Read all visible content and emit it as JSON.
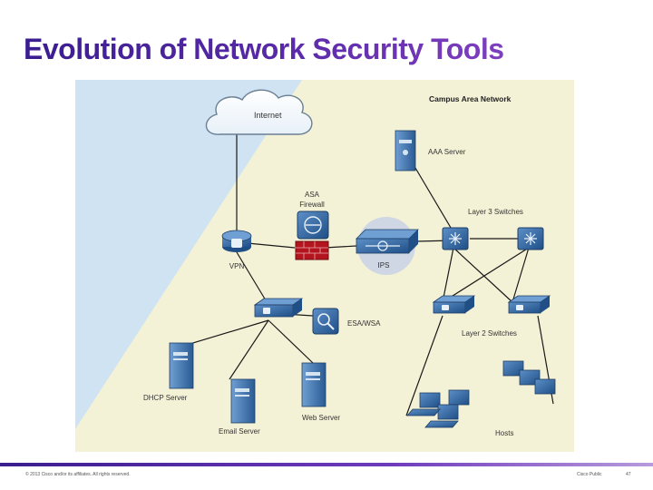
{
  "title": "Evolution of Network Security Tools",
  "diagram": {
    "region_label": "Campus Area Network",
    "nodes": {
      "internet": "Internet",
      "vpn": "VPN",
      "asa": "ASA",
      "firewall": "Firewall",
      "ips": "IPS",
      "aaa": "AAA Server",
      "l3": "Layer 3 Switches",
      "l2": "Layer 2 Switches",
      "esa": "ESA/WSA",
      "dhcp": "DHCP Server",
      "email": "Email Server",
      "web": "Web Server",
      "hosts": "Hosts"
    }
  },
  "footer": {
    "copyright": "© 2013 Cisco and/or its affiliates. All rights reserved.",
    "classification": "Cisco Public",
    "page": "47"
  },
  "colors": {
    "title_gradient_start": "#3a1d8f",
    "title_gradient_end": "#7e3fc0",
    "internet_zone": "#cfe3f3",
    "campus_zone": "#f4f2d6",
    "device_blue": "#2f5f9a"
  }
}
